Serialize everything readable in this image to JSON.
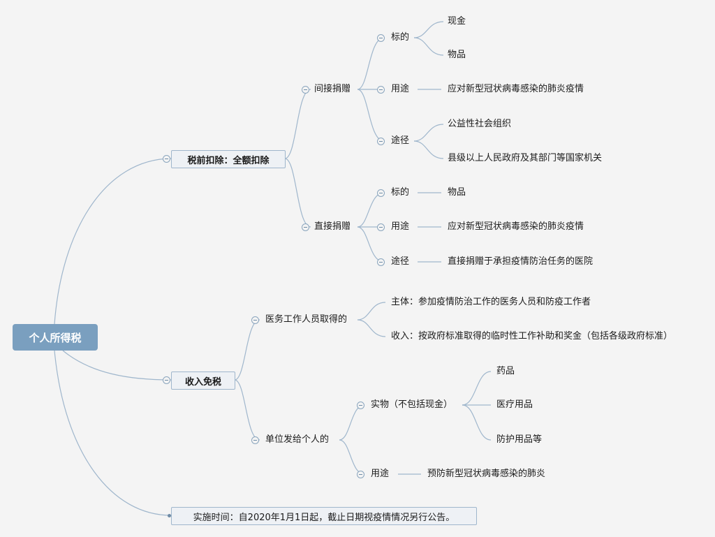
{
  "root": "个人所得税",
  "branch1": {
    "label": "税前扣除：全额扣除",
    "indirect": {
      "label": "间接捐赠",
      "subject": {
        "label": "标的",
        "items": [
          "现金",
          "物品"
        ]
      },
      "use": {
        "label": "用途",
        "value": "应对新型冠状病毒感染的肺炎疫情"
      },
      "route": {
        "label": "途径",
        "items": [
          "公益性社会组织",
          "县级以上人民政府及其部门等国家机关"
        ]
      }
    },
    "direct": {
      "label": "直接捐赠",
      "subject": {
        "label": "标的",
        "value": "物品"
      },
      "use": {
        "label": "用途",
        "value": "应对新型冠状病毒感染的肺炎疫情"
      },
      "route": {
        "label": "途径",
        "value": "直接捐赠于承担疫情防治任务的医院"
      }
    }
  },
  "branch2": {
    "label": "收入免税",
    "medical": {
      "label": "医务工作人员取得的",
      "items": [
        "主体：参加疫情防治工作的医务人员和防疫工作者",
        "收入：按政府标准取得的临时性工作补助和奖金（包括各级政府标准）"
      ]
    },
    "employer": {
      "label": "单位发给个人的",
      "goods": {
        "label": "实物（不包括现金）",
        "items": [
          "药品",
          "医疗用品",
          "防护用品等"
        ]
      },
      "use": {
        "label": "用途",
        "value": "预防新型冠状病毒感染的肺炎"
      }
    }
  },
  "branch3": {
    "label": "实施时间：自2020年1月1日起，截止日期视疫情情况另行公告。"
  }
}
